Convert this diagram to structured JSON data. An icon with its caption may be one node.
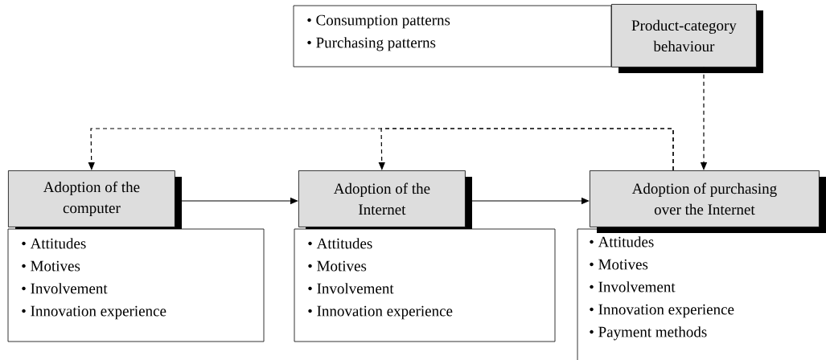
{
  "diagram": {
    "nodes": [
      {
        "text": [
          "• Consumption patterns",
          "• Purchasing patterns"
        ]
      },
      {
        "text": [
          "Product-category behaviour"
        ]
      },
      {
        "text": [
          "Adoption of the computer"
        ]
      },
      {
        "text": [
          "• Attitudes",
          "• Motives",
          "• Involvement",
          "• Innovation experience"
        ]
      },
      {
        "text": [
          "Adoption of the Internet"
        ]
      },
      {
        "text": [
          "• Attitudes",
          "• Motives",
          "• Involvement",
          "• Innovation experience"
        ]
      },
      {
        "text": [
          "Adoption of purchasing over the Internet"
        ]
      },
      {
        "text": [
          "• Attitudes",
          "• Motives",
          "• Involvement",
          "• Innovation experience",
          "• Payment methods"
        ]
      }
    ],
    "edges": [
      {
        "from": 1,
        "to": 6,
        "arrow": "to",
        "style": "dashed"
      },
      {
        "from": 6,
        "to": 2,
        "arrow": "to",
        "style": "dashed"
      },
      {
        "from": 6,
        "to": 4,
        "arrow": "to",
        "style": "dashed"
      },
      {
        "from": 2,
        "to": 4,
        "arrow": "to"
      },
      {
        "from": 4,
        "to": 6,
        "arrow": "to"
      }
    ]
  }
}
